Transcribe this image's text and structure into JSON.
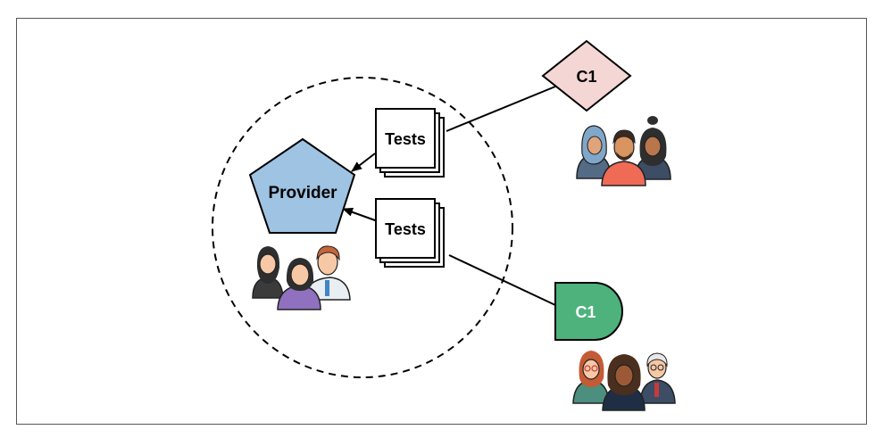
{
  "diagram": {
    "provider": {
      "label": "Provider",
      "fill": "#9fc3e2"
    },
    "tests_top": {
      "label": "Tests"
    },
    "tests_bottom": {
      "label": "Tests"
    },
    "consumer_top": {
      "label": "C1",
      "fill": "#f4d6d4"
    },
    "consumer_bottom": {
      "label": "C1",
      "fill": "#4db27b"
    },
    "stroke": "#000000"
  }
}
